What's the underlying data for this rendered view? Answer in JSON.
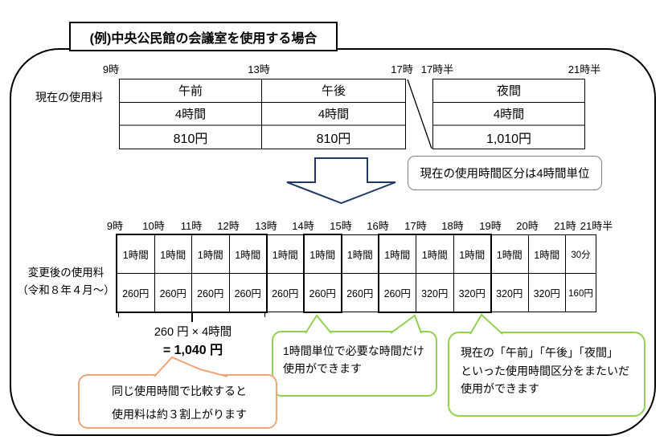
{
  "title": "(例)中央公民館の会議室を使用する場合",
  "current": {
    "label": "現在の使用料",
    "time_marks": [
      "9時",
      "13時",
      "17時",
      "17時半",
      "21時半"
    ],
    "columns": [
      {
        "name": "午前",
        "duration": "4時間",
        "price": "810円"
      },
      {
        "name": "午後",
        "duration": "4時間",
        "price": "810円"
      },
      {
        "name": "夜間",
        "duration": "4時間",
        "price": "1,010円"
      }
    ],
    "note": "現在の使用時間区分は4時間単位"
  },
  "new": {
    "label_line1": "変更後の使用料",
    "label_line2": "（令和８年４月～）",
    "time_marks": [
      "9時",
      "10時",
      "11時",
      "12時",
      "13時",
      "14時",
      "15時",
      "16時",
      "17時",
      "18時",
      "19時",
      "20時",
      "21時",
      "21時半"
    ],
    "cells": [
      {
        "d": "1時間",
        "p": "260円"
      },
      {
        "d": "1時間",
        "p": "260円"
      },
      {
        "d": "1時間",
        "p": "260円"
      },
      {
        "d": "1時間",
        "p": "260円"
      },
      {
        "d": "1時間",
        "p": "260円"
      },
      {
        "d": "1時間",
        "p": "260円"
      },
      {
        "d": "1時間",
        "p": "260円"
      },
      {
        "d": "1時間",
        "p": "260円"
      },
      {
        "d": "1時間",
        "p": "320円"
      },
      {
        "d": "1時間",
        "p": "320円"
      },
      {
        "d": "1時間",
        "p": "320円"
      },
      {
        "d": "1時間",
        "p": "320円"
      },
      {
        "d": "30分",
        "p": "160円"
      }
    ],
    "calc_line1": "260 円 × 4時間",
    "calc_line2": "= 1,040 円"
  },
  "callouts": {
    "hourly": {
      "line1": "1時間単位で必要な時間だけ",
      "line2": "使用ができます"
    },
    "straddle": {
      "line1": "現在の「午前」「午後」「夜間」",
      "line2": "といった使用時間区分をまたいだ",
      "line3": "使用ができます"
    },
    "increase": {
      "line1": "同じ使用時間で比較すると",
      "line2": "使用料は約３割上がります"
    }
  },
  "colors": {
    "green": "#92D050",
    "orange": "#F1A477",
    "navy": "#1F3864",
    "gray": "#7F7F7F"
  }
}
